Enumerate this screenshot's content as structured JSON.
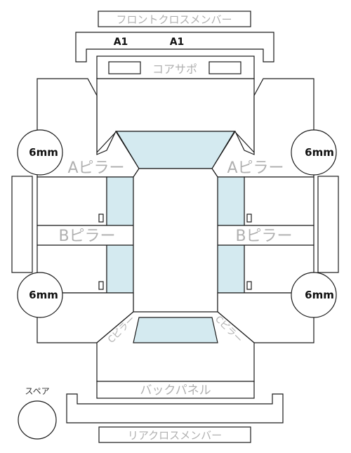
{
  "labels": {
    "front_cross_member": "フロントクロスメンバー",
    "a1_left": "A1",
    "a1_right": "A1",
    "core_support": "コアサポ",
    "a_pillar_left": "Aピラー",
    "a_pillar_right": "Aピラー",
    "b_pillar_left": "Bピラー",
    "b_pillar_right": "Bピラー",
    "tire_front_left": "6mm",
    "tire_front_right": "6mm",
    "tire_rear_left": "6mm",
    "tire_rear_right": "6mm",
    "c_pillar_left": "Cピラー",
    "c_pillar_right": "Cピラー",
    "back_panel": "バックパネル",
    "rear_cross_member": "リアクロスメンバー",
    "spare": "スペア"
  },
  "colors": {
    "glass": "#d4eaf0",
    "line": "#1a1a1a",
    "label_gray": "#b0b0b0"
  }
}
